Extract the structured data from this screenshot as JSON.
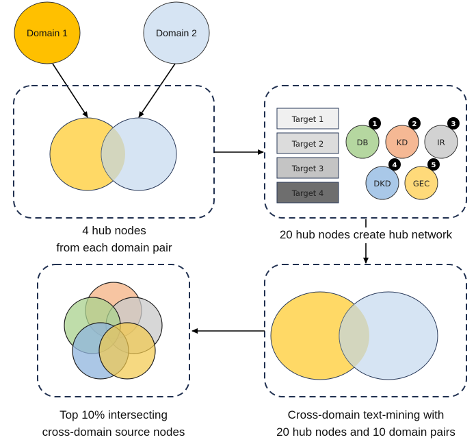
{
  "domains": [
    {
      "label": "Domain 1",
      "color": "#FFC000"
    },
    {
      "label": "Domain 2",
      "color": "#D6E4F3"
    }
  ],
  "panels": {
    "hub_pair": {
      "caption_line1": "4 hub nodes",
      "caption_line2": "from each domain pair"
    },
    "hub_network": {
      "caption": "20 hub nodes create hub network",
      "targets": [
        {
          "label": "Target 1",
          "fill": "#F0F0F0"
        },
        {
          "label": "Target 2",
          "fill": "#DCDCDC"
        },
        {
          "label": "Target 3",
          "fill": "#C4C4C4"
        },
        {
          "label": "Target 4",
          "fill": "#6E6E6E"
        }
      ],
      "nodes": [
        {
          "label": "DB",
          "badge": "1",
          "fill": "#B5D7A0"
        },
        {
          "label": "KD",
          "badge": "2",
          "fill": "#F5B894"
        },
        {
          "label": "IR",
          "badge": "3",
          "fill": "#D2D2D2"
        },
        {
          "label": "DKD",
          "badge": "4",
          "fill": "#A9C8E8"
        },
        {
          "label": "GEC",
          "badge": "5",
          "fill": "#FFDA7A"
        }
      ]
    },
    "text_mining": {
      "caption_line1": "Cross-domain text-mining with",
      "caption_line2": "20 hub nodes and 10 domain pairs"
    },
    "intersection": {
      "caption_line1": "Top 10% intersecting",
      "caption_line2": "cross-domain source nodes",
      "background": "#D5DCE6"
    }
  },
  "colors": {
    "venn_left": "#FFD966",
    "venn_right": "#D6E4F3",
    "venn_overlap": "#D3D6BE",
    "dash_border": "#1F2F4F"
  }
}
